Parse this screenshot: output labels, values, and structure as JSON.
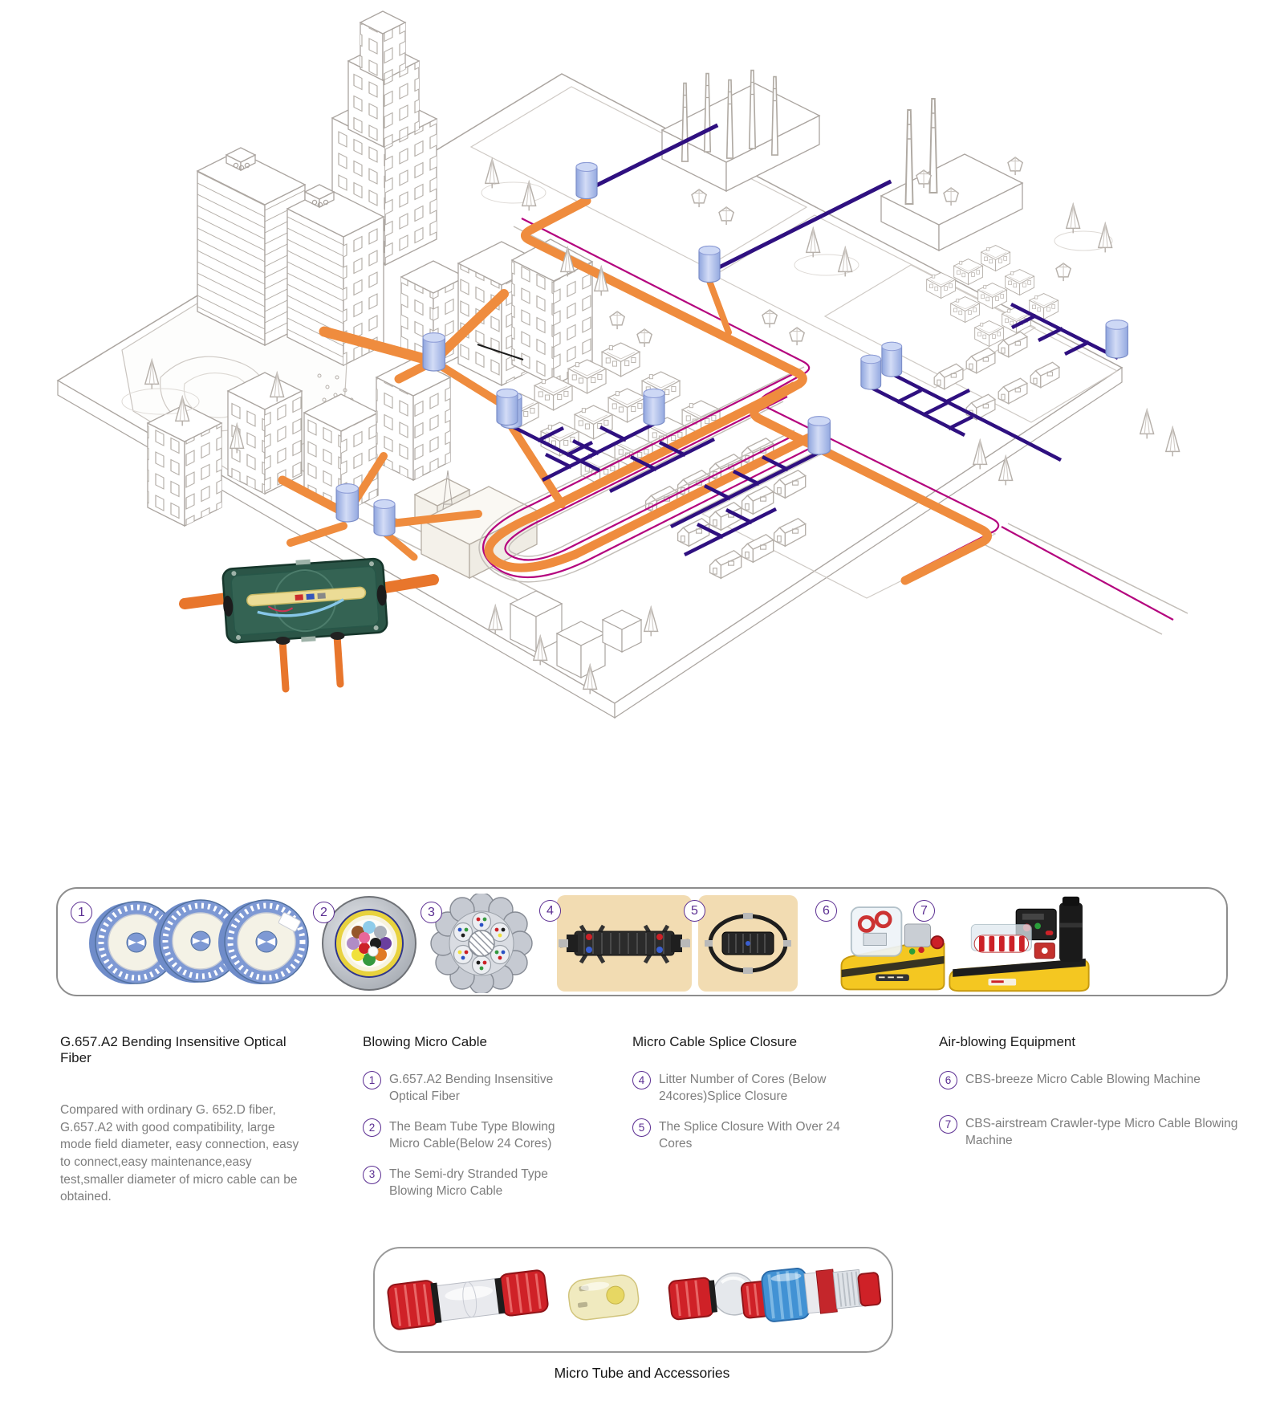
{
  "diagram": {
    "colors": {
      "trunk_orange": "#EF8C3E",
      "metro_magenta": "#B4057E",
      "distribution_indigo": "#2F1080",
      "node_cylinder_blue": "#A9BAE8",
      "building_outline_gray": "#ABA5A0",
      "closure_green": "#2B5547",
      "photo_background_tan": "#F2DCB2",
      "machine_yellow": "#F4C721"
    }
  },
  "strip": {
    "items": [
      {
        "num": "1",
        "icon": "optical-fiber-spools"
      },
      {
        "num": "2",
        "icon": "beam-tube-micro-cable-cross-section"
      },
      {
        "num": "3",
        "icon": "stranded-micro-cable-cross-section"
      },
      {
        "num": "4",
        "icon": "splice-closure-below-24-cores-photo"
      },
      {
        "num": "5",
        "icon": "splice-closure-over-24-cores-photo"
      },
      {
        "num": "6",
        "icon": "cbs-breeze-blowing-machine-photo"
      },
      {
        "num": "7",
        "icon": "cbs-airstream-blowing-machine-photo"
      }
    ]
  },
  "sections": {
    "col1": {
      "title": "G.657.A2 Bending Insensitive Optical Fiber",
      "body": "Compared with ordinary G. 652.D fiber, G.657.A2 with good compatibility, large mode field diameter, easy connection, easy to connect,easy maintenance,easy test,smaller diameter of micro cable can be obtained."
    },
    "col2": {
      "title": "Blowing Micro Cable",
      "items": [
        {
          "num": "1",
          "text": "G.657.A2 Bending Insensitive Optical Fiber"
        },
        {
          "num": "2",
          "text": "The Beam Tube Type Blowing Micro Cable(Below 24 Cores)"
        },
        {
          "num": "3",
          "text": "The Semi-dry Stranded Type Blowing Micro Cable"
        }
      ]
    },
    "col3": {
      "title": "Micro Cable Splice Closure",
      "items": [
        {
          "num": "4",
          "text": "Litter Number of Cores (Below 24cores)Splice Closure"
        },
        {
          "num": "5",
          "text": "The Splice Closure With Over 24 Cores"
        }
      ]
    },
    "col4": {
      "title": "Air-blowing Equipment",
      "items": [
        {
          "num": "6",
          "text": "CBS-breeze Micro Cable Blowing Machine"
        },
        {
          "num": "7",
          "text": "CBS-airstream Crawler-type Micro Cable Blowing Machine"
        }
      ]
    }
  },
  "accessories": {
    "caption": "Micro Tube and Accessories"
  }
}
